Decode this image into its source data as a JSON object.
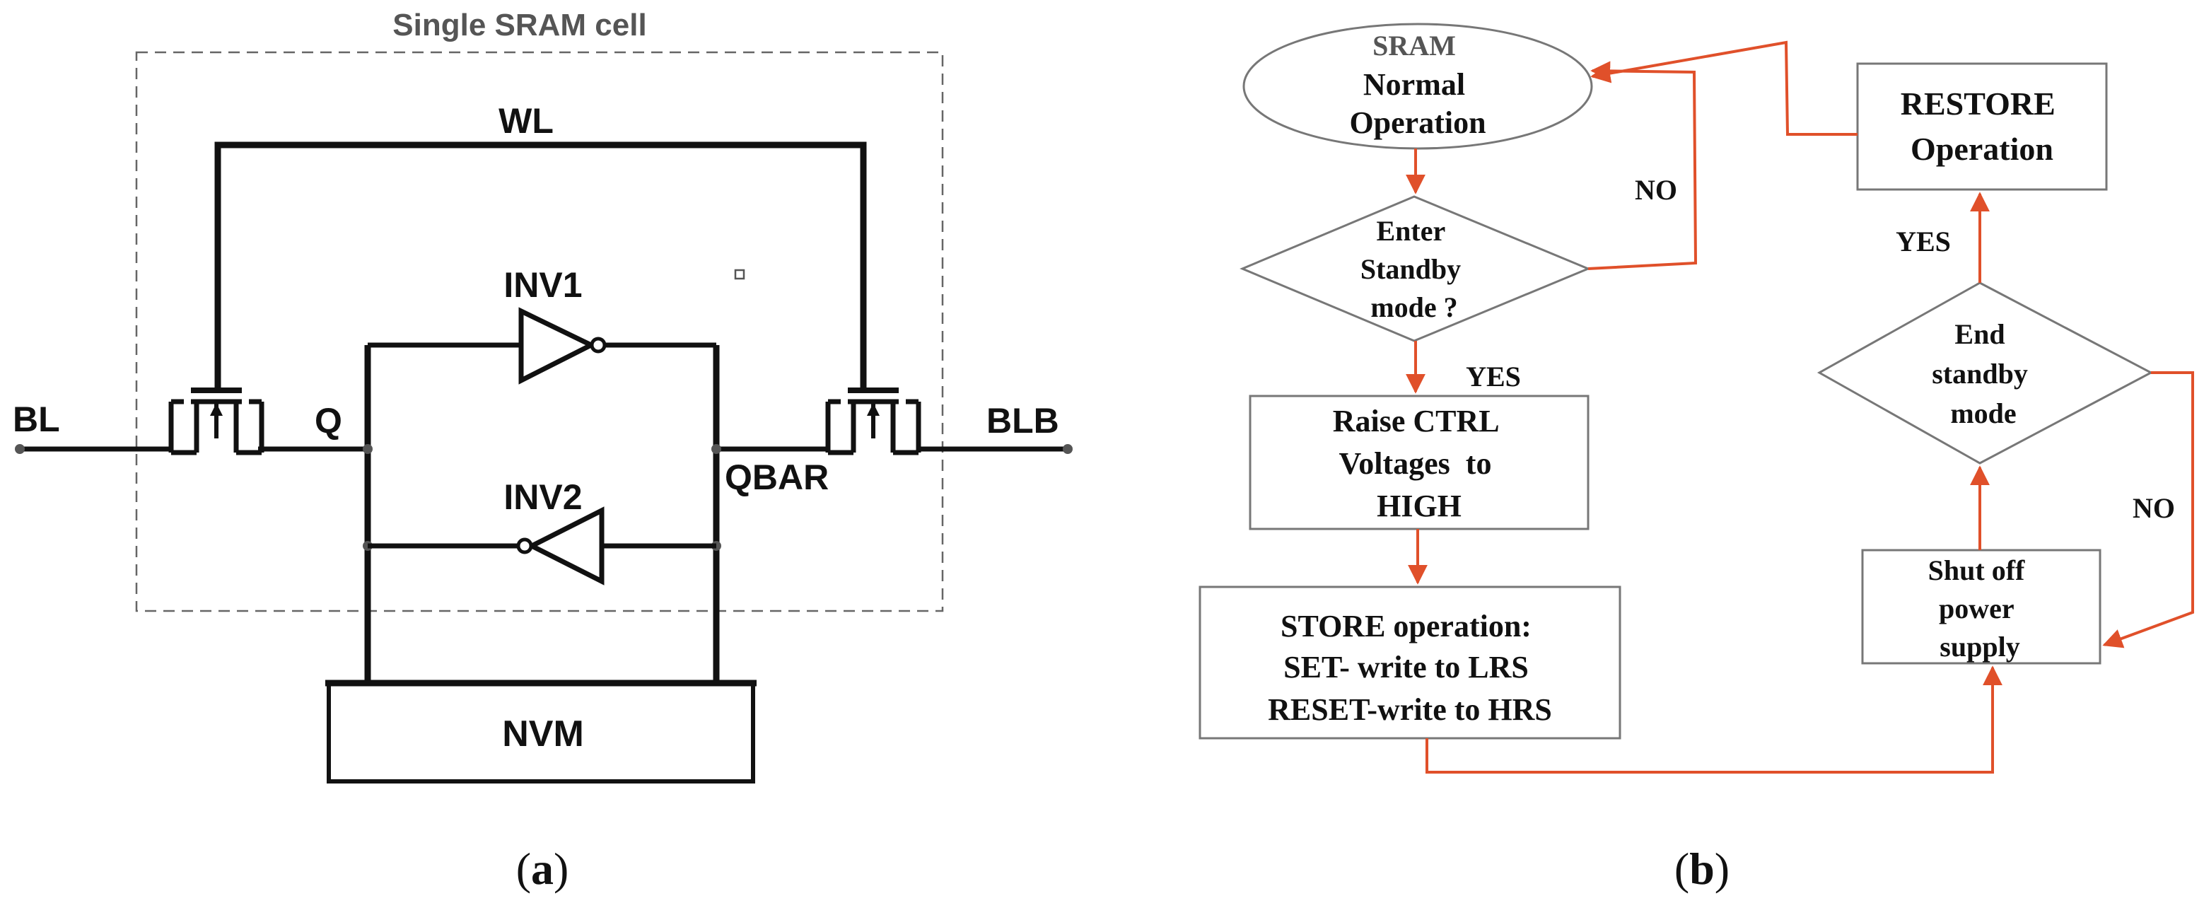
{
  "panel_a": {
    "caption": "(a)",
    "caption_letter": "a",
    "cell_title": "Single SRAM cell",
    "wl": "WL",
    "bl": "BL",
    "blb": "BLB",
    "q": "Q",
    "qbar": "QBAR",
    "inv1": "INV1",
    "inv2": "INV2",
    "nvm": "NVM"
  },
  "panel_b": {
    "caption": "(b)",
    "caption_letter": "b",
    "sram_normal": [
      "SRAM",
      "Normal",
      "Operation"
    ],
    "enter_standby": [
      "Enter",
      "Standby",
      "mode ?"
    ],
    "raise_ctrl": [
      "Raise CTRL",
      "Voltages  to",
      "HIGH"
    ],
    "store_op": [
      "STORE operation:",
      "SET- write to LRS",
      "RESET-write to HRS"
    ],
    "shut_off": [
      "Shut off",
      "power",
      "supply"
    ],
    "end_standby": [
      "End",
      "standby",
      "mode"
    ],
    "restore_op": [
      "RESTORE",
      "Operation"
    ],
    "yes_1": "YES",
    "no_1": "NO",
    "yes_2": "YES",
    "no_2": "NO"
  },
  "colors": {
    "line": "#111111",
    "arrow": "#e0502a",
    "shape_border": "#777777",
    "sram_title": "#555555",
    "dash": "#666666"
  }
}
